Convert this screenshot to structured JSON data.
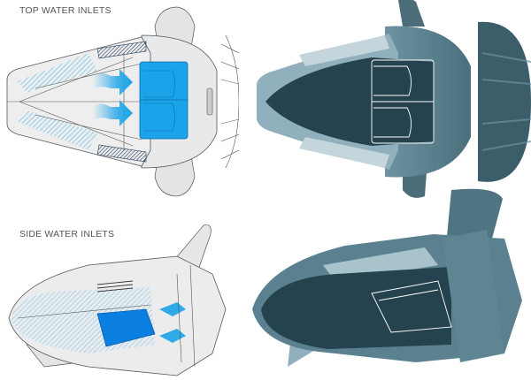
{
  "labels": {
    "top": "TOP WATER INLETS",
    "side": "SIDE WATER INLETS"
  },
  "colors": {
    "inlet_blue": "#1aa3e8",
    "inlet_blue_dark": "#0a7fe0",
    "water_light": "#8fd0f0",
    "body_gray": "#e6e7e8",
    "line_gray": "#5a5a5a",
    "render_dark": "#24434f",
    "render_mid": "#5f8593",
    "render_light": "#a9c3cc"
  },
  "panels": [
    {
      "id": "top-diagram",
      "view": "top",
      "style": "line-drawing"
    },
    {
      "id": "top-render",
      "view": "top",
      "style": "photo-render"
    },
    {
      "id": "side-diagram",
      "view": "side",
      "style": "line-drawing"
    },
    {
      "id": "side-render",
      "view": "side",
      "style": "photo-render"
    }
  ]
}
